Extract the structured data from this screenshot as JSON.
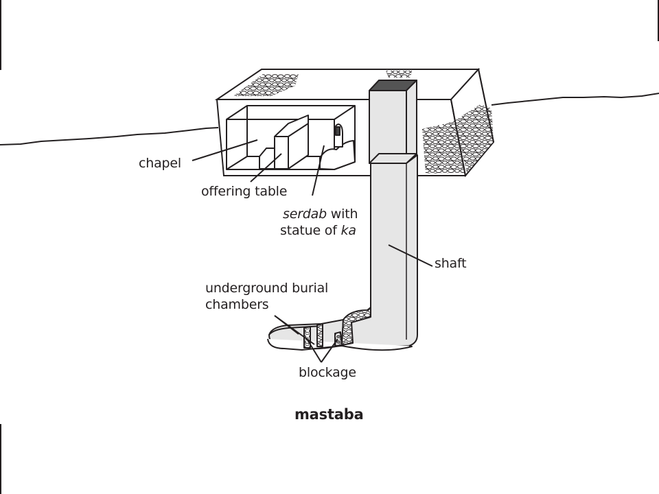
{
  "labels": {
    "chapel": "chapel",
    "offering_table": "offering table",
    "serdab_word": "serdab",
    "serdab_with": " with",
    "statue_of": "statue of ",
    "ka_word": "ka",
    "shaft": "shaft",
    "burial_line1": "underground burial",
    "burial_line2": "chambers",
    "blockage": "blockage"
  },
  "title": "mastaba",
  "colors": {
    "ink": "#231f20",
    "shaft_fill": "#e6e6e6",
    "shaft_top": "#3a3a3a",
    "background": "#ffffff"
  }
}
